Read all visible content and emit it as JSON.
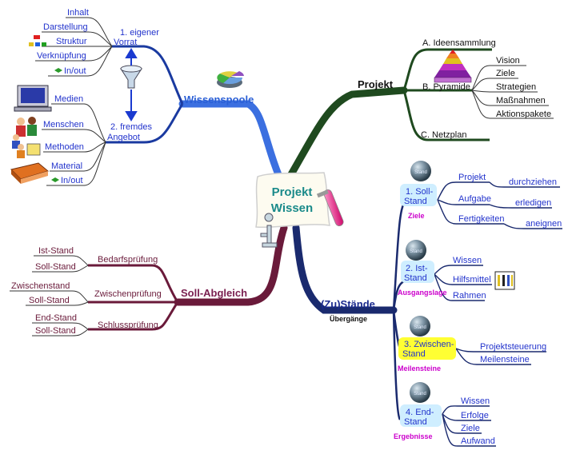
{
  "center": {
    "line1": "Projekt",
    "line2": "Wissen"
  },
  "wissenspoole": {
    "title": "Wissenspoole",
    "eigener": {
      "label_line1": "1.  eigener",
      "label_line2": "Vorrat",
      "items": [
        "Inhalt",
        "Darstellung",
        "Struktur",
        "Verknüpfung",
        "In/out"
      ]
    },
    "fremdes": {
      "label_line1": "2.  fremdes",
      "label_line2": "Angebot",
      "items": [
        "Medien",
        "Menschen",
        "Methoden",
        "Material",
        "In/out"
      ]
    }
  },
  "projekt": {
    "title": "Projekt",
    "a": "A.  Ideensammlung",
    "b": "B.  Pyramide",
    "b_items": [
      "Vision",
      "Ziele",
      "Strategien",
      "Maßnahmen",
      "Aktionspakete"
    ],
    "c": "C.   Netzplan"
  },
  "soll_abgleich": {
    "title": "Soll-Abgleich",
    "groups": [
      {
        "label": "Bedarfsprüfung",
        "items": [
          "Ist-Stand",
          "Soll-Stand"
        ]
      },
      {
        "label": "Zwischenprüfung",
        "items": [
          "Zwischenstand",
          "Soll-Stand"
        ]
      },
      {
        "label": "Schlussprüfung",
        "items": [
          "End-Stand",
          "Soll-Stand"
        ]
      }
    ]
  },
  "zustaende": {
    "title": "(Zu)Stände",
    "subtitle": "Übergänge",
    "globe_caption": "Stand",
    "stages": [
      {
        "line1": "1.  Soll-",
        "line2": "Stand",
        "caption": "Ziele",
        "items": [
          "Projekt",
          "Aufgabe",
          "Fertigkeiten"
        ],
        "verbs": [
          "durchziehen",
          "erledigen",
          "aneignen"
        ]
      },
      {
        "line1": "2.  Ist-",
        "line2": "Stand",
        "caption": "Ausgangslage",
        "items": [
          "Wissen",
          "Hilfsmittel",
          "Rahmen"
        ]
      },
      {
        "line1": "3.  Zwischen-",
        "line2": "Stand",
        "caption": "Meilensteine",
        "items": [
          "Projektsteuerung",
          "Meilensteine"
        ]
      },
      {
        "line1": "4.  End-",
        "line2": "Stand",
        "caption": "Ergebnisse",
        "items": [
          "Wissen",
          "Erfolge",
          "Ziele",
          "Aufwand"
        ]
      }
    ]
  },
  "colors": {
    "wissenspoole": "#3b6fe0",
    "projekt": "#1f4a1f",
    "soll": "#6a1a3a",
    "zustaende": "#1a2a6e",
    "stand_box": "#cfeeff",
    "stand_box_highlight": "#ffff33"
  }
}
